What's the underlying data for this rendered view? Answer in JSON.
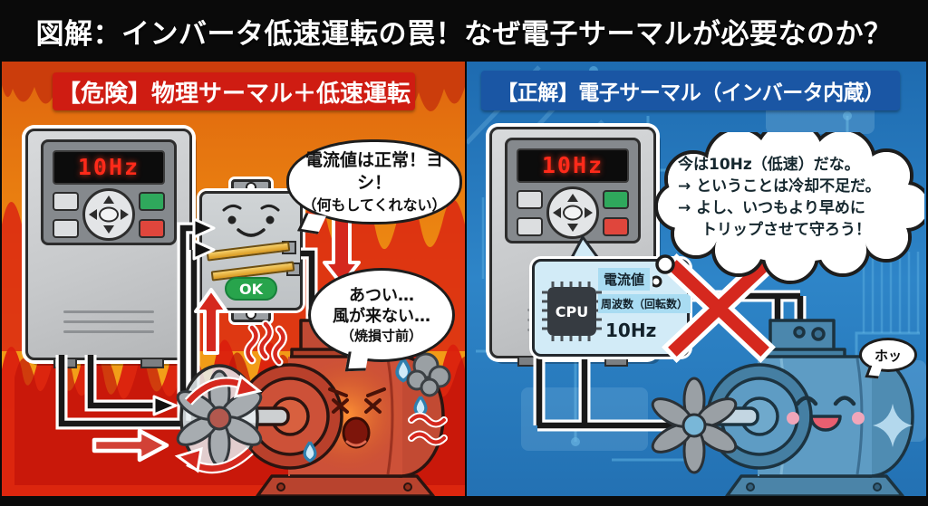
{
  "title": "図解：インバータ低速運転の罠！なぜ電子サーマルが必要なのか？",
  "colors": {
    "danger_banner": "#cf1c12",
    "correct_banner": "#1a56a4",
    "alert_red": "#d5281e",
    "ok_green": "#28a44c",
    "display_red": "#ff2a1a",
    "fire_orange": "#ef8d12",
    "circuit_blue": "#2b7fc2"
  },
  "left": {
    "header": "【危険】物理サーマル＋低速運転",
    "inverter_display": "10Hz",
    "relay_ok": "OK",
    "bubble_inspector": {
      "line1": "電流値は正常！ヨシ！",
      "line2": "（何もしてくれない）"
    },
    "bubble_motor": {
      "line1": "あつい…",
      "line2": "風が来ない…",
      "line3": "（焼損寸前）"
    }
  },
  "right": {
    "header": "【正解】電子サーマル（インバータ内蔵）",
    "inverter_display": "10Hz",
    "cpu": {
      "chip": "CPU",
      "monitor1": "電流値",
      "monitor2": "周波数（回転数）",
      "monitor3": "10Hz"
    },
    "thought": {
      "line1": "今は10Hz（低速）だな。",
      "line2": "→ ということは冷却不足だ。",
      "line3": "→ よし、いつもより早めに",
      "line4": "トリップさせて守ろう！"
    },
    "bubble_motor": "ホッ"
  }
}
